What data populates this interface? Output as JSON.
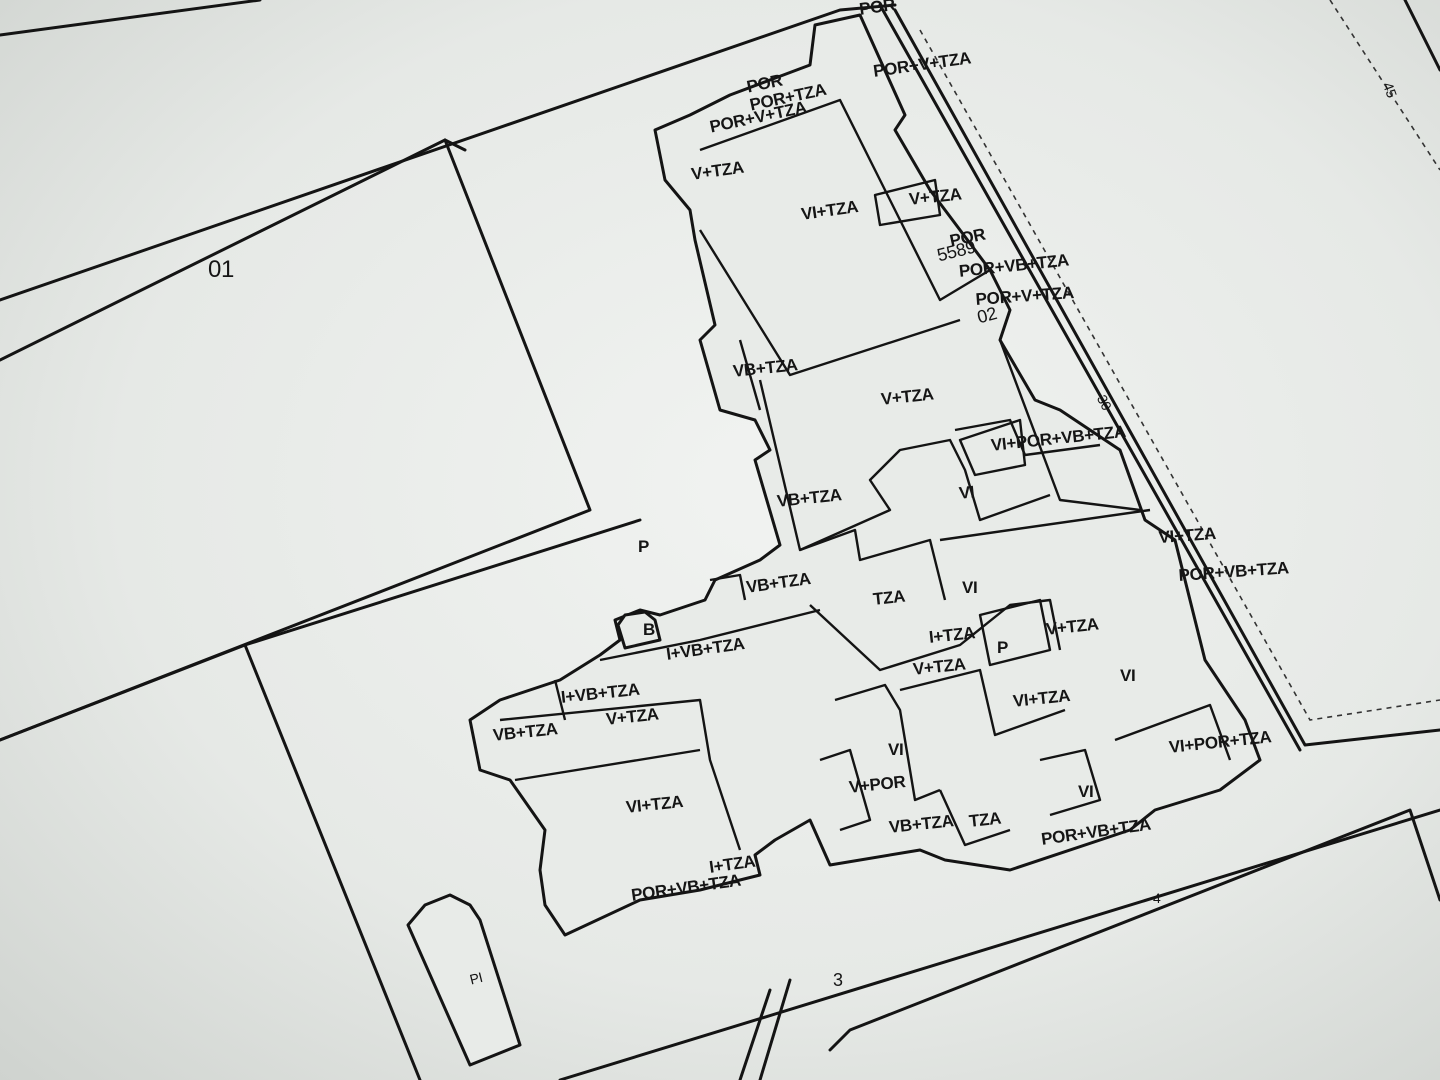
{
  "parcels": {
    "p01": "01",
    "p3": "3",
    "p4": "4",
    "p02": "02",
    "p45": "45",
    "pNum": "5589",
    "p30": "30"
  },
  "labels": {
    "por_top": "POR",
    "por_v_tza_top": "POR+V+TZA",
    "por_a": "POR",
    "por_b": "POR+TZA",
    "por_c": "POR+V+TZA",
    "v_tza_1": "V+TZA",
    "vi_tza_1": "VI+TZA",
    "v_tza_2": "V+TZA",
    "por_d": "POR",
    "por_vb_tza_a": "POR+VB+TZA",
    "por_v_tza_b": "POR+V+TZA",
    "vb_tza_1": "VB+TZA",
    "v_tza_3": "V+TZA",
    "vi_por_vb": "VI+POR+VB+TZA",
    "vb_tza_2": "VB+TZA",
    "vi_1": "VI",
    "vi_tza_2": "VI+TZA",
    "por_vb_tza_b": "POR+VB+TZA",
    "p_1": "P",
    "vb_tza_3": "VB+TZA",
    "tza_1": "TZA",
    "vi_2": "VI",
    "b_1": "B",
    "i_vb_tza": "I+VB+TZA",
    "i_tza": "I+TZA",
    "p_2": "P",
    "v_tza_4": "V+TZA",
    "v_tza_5": "V+TZA",
    "i_vb_tza_2": "I+VB+TZA",
    "v_tza_6": "V+TZA",
    "vb_tza_4": "VB+TZA",
    "vi_3": "VI",
    "vi_tza_3": "VI+TZA",
    "vi_4": "VI",
    "vi_tza_4": "VI+TZA",
    "v_por": "V+POR",
    "vb_tza_5": "VB+TZA",
    "tza_2": "TZA",
    "vi_5": "VI",
    "vi_por_tza": "VI+POR+TZA",
    "por_vb_tza_c": "POR+VB+TZA",
    "por_vb_tza_d": "POR+VB+TZA",
    "i_tza_2": "I+TZA",
    "pi": "PI"
  }
}
